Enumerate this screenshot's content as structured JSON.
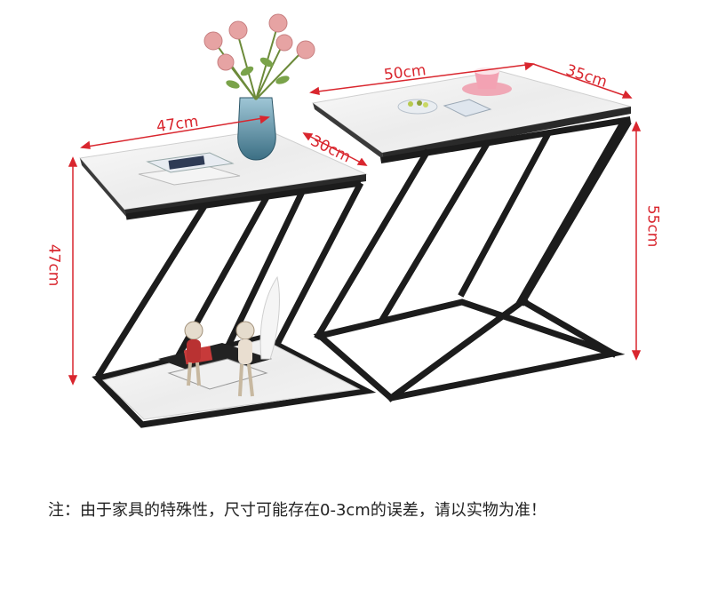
{
  "dimensions": {
    "small_width": "47cm",
    "small_depth": "30cm",
    "small_height": "47cm",
    "large_width": "50cm",
    "large_depth": "35cm",
    "large_height": "55cm"
  },
  "note": "注：由于家具的特殊性，尺寸可能存在0-3cm的误差，请以实物为准！",
  "colors": {
    "dimension": "#d9262e",
    "frame": "#1c1c1c",
    "marble": "#f1f1f1"
  }
}
